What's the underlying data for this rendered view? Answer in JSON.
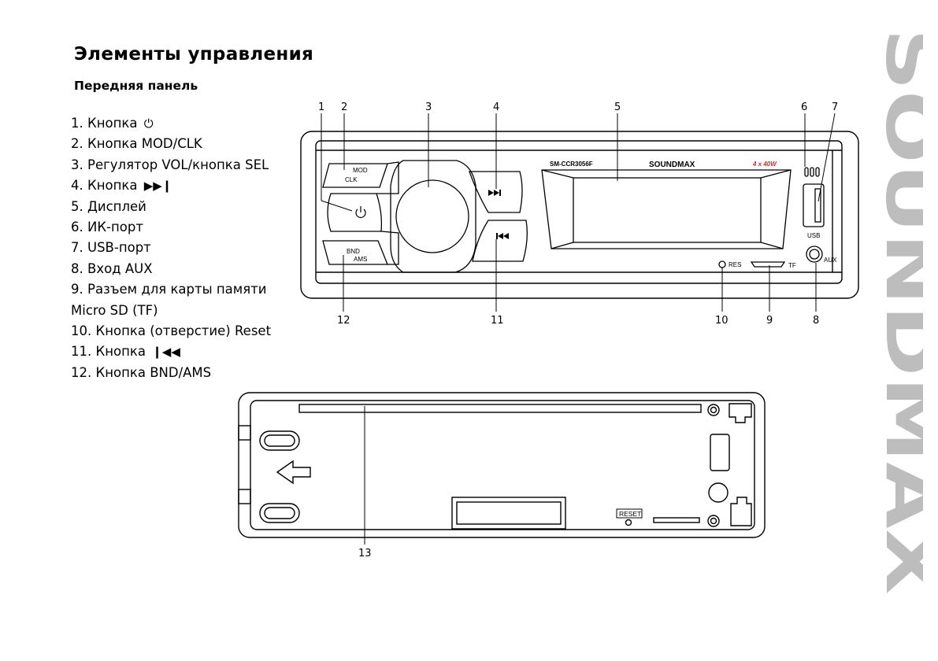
{
  "page": {
    "title": "Элементы управления",
    "subtitle": "Передняя панель",
    "brand_watermark": "SOUNDMAX"
  },
  "legend": [
    {
      "num": "1.",
      "text": "Кнопка",
      "symbol": "⏻"
    },
    {
      "num": "2.",
      "text": "Кнопка MOD/CLK"
    },
    {
      "num": "3.",
      "text": "Регулятор VOL/кнопка SEL"
    },
    {
      "num": "4.",
      "text": "Кнопка",
      "symbol": "▶▶❙"
    },
    {
      "num": "5.",
      "text": "Дисплей"
    },
    {
      "num": "6.",
      "text": "ИК-порт"
    },
    {
      "num": "7.",
      "text": "USB-порт"
    },
    {
      "num": "8.",
      "text": "Вход AUX"
    },
    {
      "num": "9.",
      "text": "Разъем для карты памяти"
    },
    {
      "num": "",
      "text": "Micro SD (TF)"
    },
    {
      "num": "10.",
      "text": "Кнопка (отверстие) Reset"
    },
    {
      "num": "11.",
      "text": "Кнопка",
      "symbol": "❙◀◀"
    },
    {
      "num": "12.",
      "text": "Кнопка BND/AMS"
    }
  ],
  "front_panel": {
    "model": "SM-CCR3056F",
    "brand": "SOUNDMAX",
    "power_rating": "4 x 40W",
    "mod_label": "MOD",
    "clk_label": "CLK",
    "bnd_label": "BND",
    "ams_label": "AMS",
    "usb_label": "USB",
    "aux_label": "AUX",
    "res_label": "RES",
    "tf_label": "TF",
    "callouts_top": [
      "1",
      "2",
      "3",
      "4",
      "5",
      "6",
      "7"
    ],
    "callouts_bottom": [
      "12",
      "11",
      "10",
      "9",
      "8"
    ]
  },
  "back_panel": {
    "reset_label": "RESET",
    "callout": "13"
  }
}
